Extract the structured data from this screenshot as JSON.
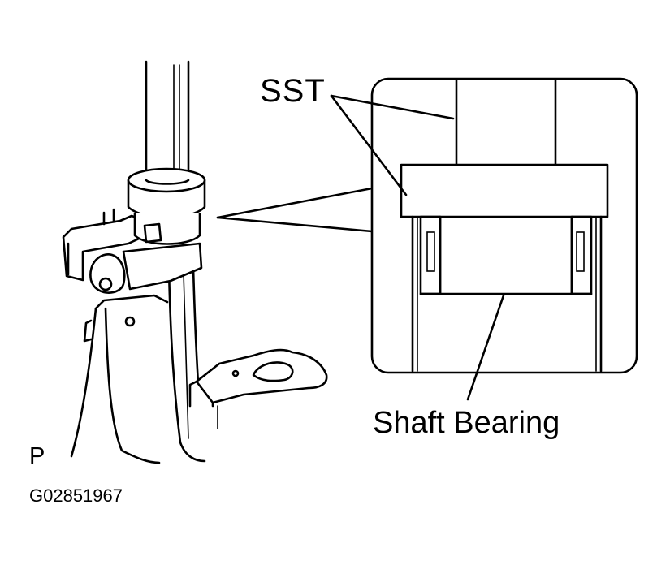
{
  "labels": {
    "sst": "SST",
    "shaft_bearing": "Shaft Bearing",
    "view": "P",
    "figure_id": "G02851967"
  }
}
